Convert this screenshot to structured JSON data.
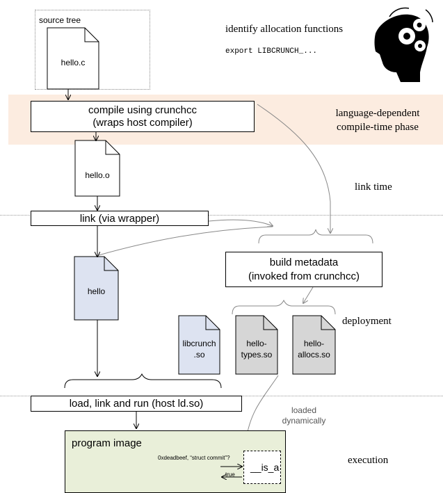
{
  "source_tree": {
    "label": "source tree",
    "file": "hello.c"
  },
  "top": {
    "identify": "identify allocation functions",
    "export_cmd": "export LIBCRUNCH_..."
  },
  "compile": {
    "line1": "compile using crunchcc",
    "line2": "(wraps host compiler)",
    "phase_line1": "language-dependent",
    "phase_line2": "compile-time phase"
  },
  "hello_o": "hello.o",
  "link_time": "link time",
  "link": "link (via wrapper)",
  "hello": "hello",
  "build_metadata": {
    "line1": "build metadata",
    "line2": "(invoked from crunchcc)"
  },
  "deployment": "deployment",
  "libcrunch": {
    "line1": "libcrunch",
    "line2": ".so"
  },
  "types_so": {
    "line1": "hello-",
    "line2": "types.so"
  },
  "allocs_so": {
    "line1": "hello-",
    "line2": "allocs.so"
  },
  "load": "load, link and run (host ld.so)",
  "loaded": {
    "line1": "loaded",
    "line2": "dynamically"
  },
  "program_image": {
    "title": "program image",
    "call": "0xdeadbeef, “struct commit”?",
    "ret": "true",
    "is_a": "__is_a"
  },
  "execution": "execution",
  "colors": {
    "phase_bg": "#fbe6d6",
    "hello_bin": "#dde3f1",
    "meta_so": "#d6d6d6",
    "program_image": "#e9efd9"
  }
}
